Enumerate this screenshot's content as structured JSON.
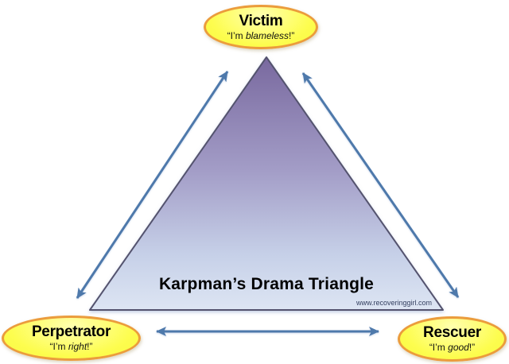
{
  "title": "Karpman’s Drama Triangle",
  "website": "www.recoveringgirl.com",
  "nodes": {
    "victim": {
      "label": "Victim",
      "quote": [
        "“I’m ",
        "blameless",
        "!”"
      ]
    },
    "perpetrator": {
      "label": "Perpetrator",
      "quote": [
        "“I’m ",
        "right",
        "!”"
      ]
    },
    "rescuer": {
      "label": "Rescuer",
      "quote": [
        "“I’m ",
        "good",
        "!”"
      ]
    }
  },
  "colors": {
    "node_fill": "#fdfd4f",
    "node_border": "#eb9c3c",
    "arrow": "#4e79ab",
    "triangle_border": "#54536e",
    "gradient": [
      "#79699f",
      "#a39dc7",
      "#c6d0e8",
      "#dde5f3"
    ],
    "title_text": "#000000",
    "website_text": "#333f5f"
  }
}
